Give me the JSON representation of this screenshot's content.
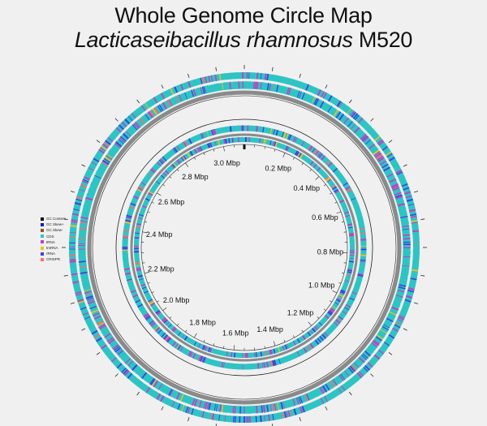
{
  "title": {
    "line1": "Whole Genome Circle Map",
    "species": "Lacticaseibacillus rhamnosus",
    "strain": "M520"
  },
  "genome": {
    "total_mbp": 3.1,
    "scale_labels": [
      "0.2 Mbp",
      "0.4 Mbp",
      "0.6 Mbp",
      "0.8 Mbp",
      "1.0 Mbp",
      "1.2 Mbp",
      "1.4 Mbp",
      "1.6 Mbp",
      "1.8 Mbp",
      "2.0 Mbp",
      "2.2 Mbp",
      "2.4 Mbp",
      "2.6 Mbp",
      "2.8 Mbp",
      "3.0 Mbp"
    ]
  },
  "legend": [
    {
      "label": "GC Content",
      "color": "#000000"
    },
    {
      "label": "GC Skew+",
      "color": "#1a1ac8"
    },
    {
      "label": "GC Skew-",
      "color": "#8b5a1a"
    },
    {
      "label": "CDS",
      "color": "#2ec4c4"
    },
    {
      "label": "tRNA",
      "color": "#c040c0"
    },
    {
      "label": "tmRNA",
      "color": "#f0c020"
    },
    {
      "label": "rRNA",
      "color": "#4040e0"
    },
    {
      "label": "CRISPR",
      "color": "#ff6a6a"
    }
  ],
  "colors": {
    "cds": "#2ec4c4",
    "trna": "#c040c0",
    "rrna": "#4040e0",
    "tmrna": "#f0c020",
    "crispr": "#ff6a6a",
    "backbone": "#8a8a8a",
    "ring_line": "#222222"
  }
}
